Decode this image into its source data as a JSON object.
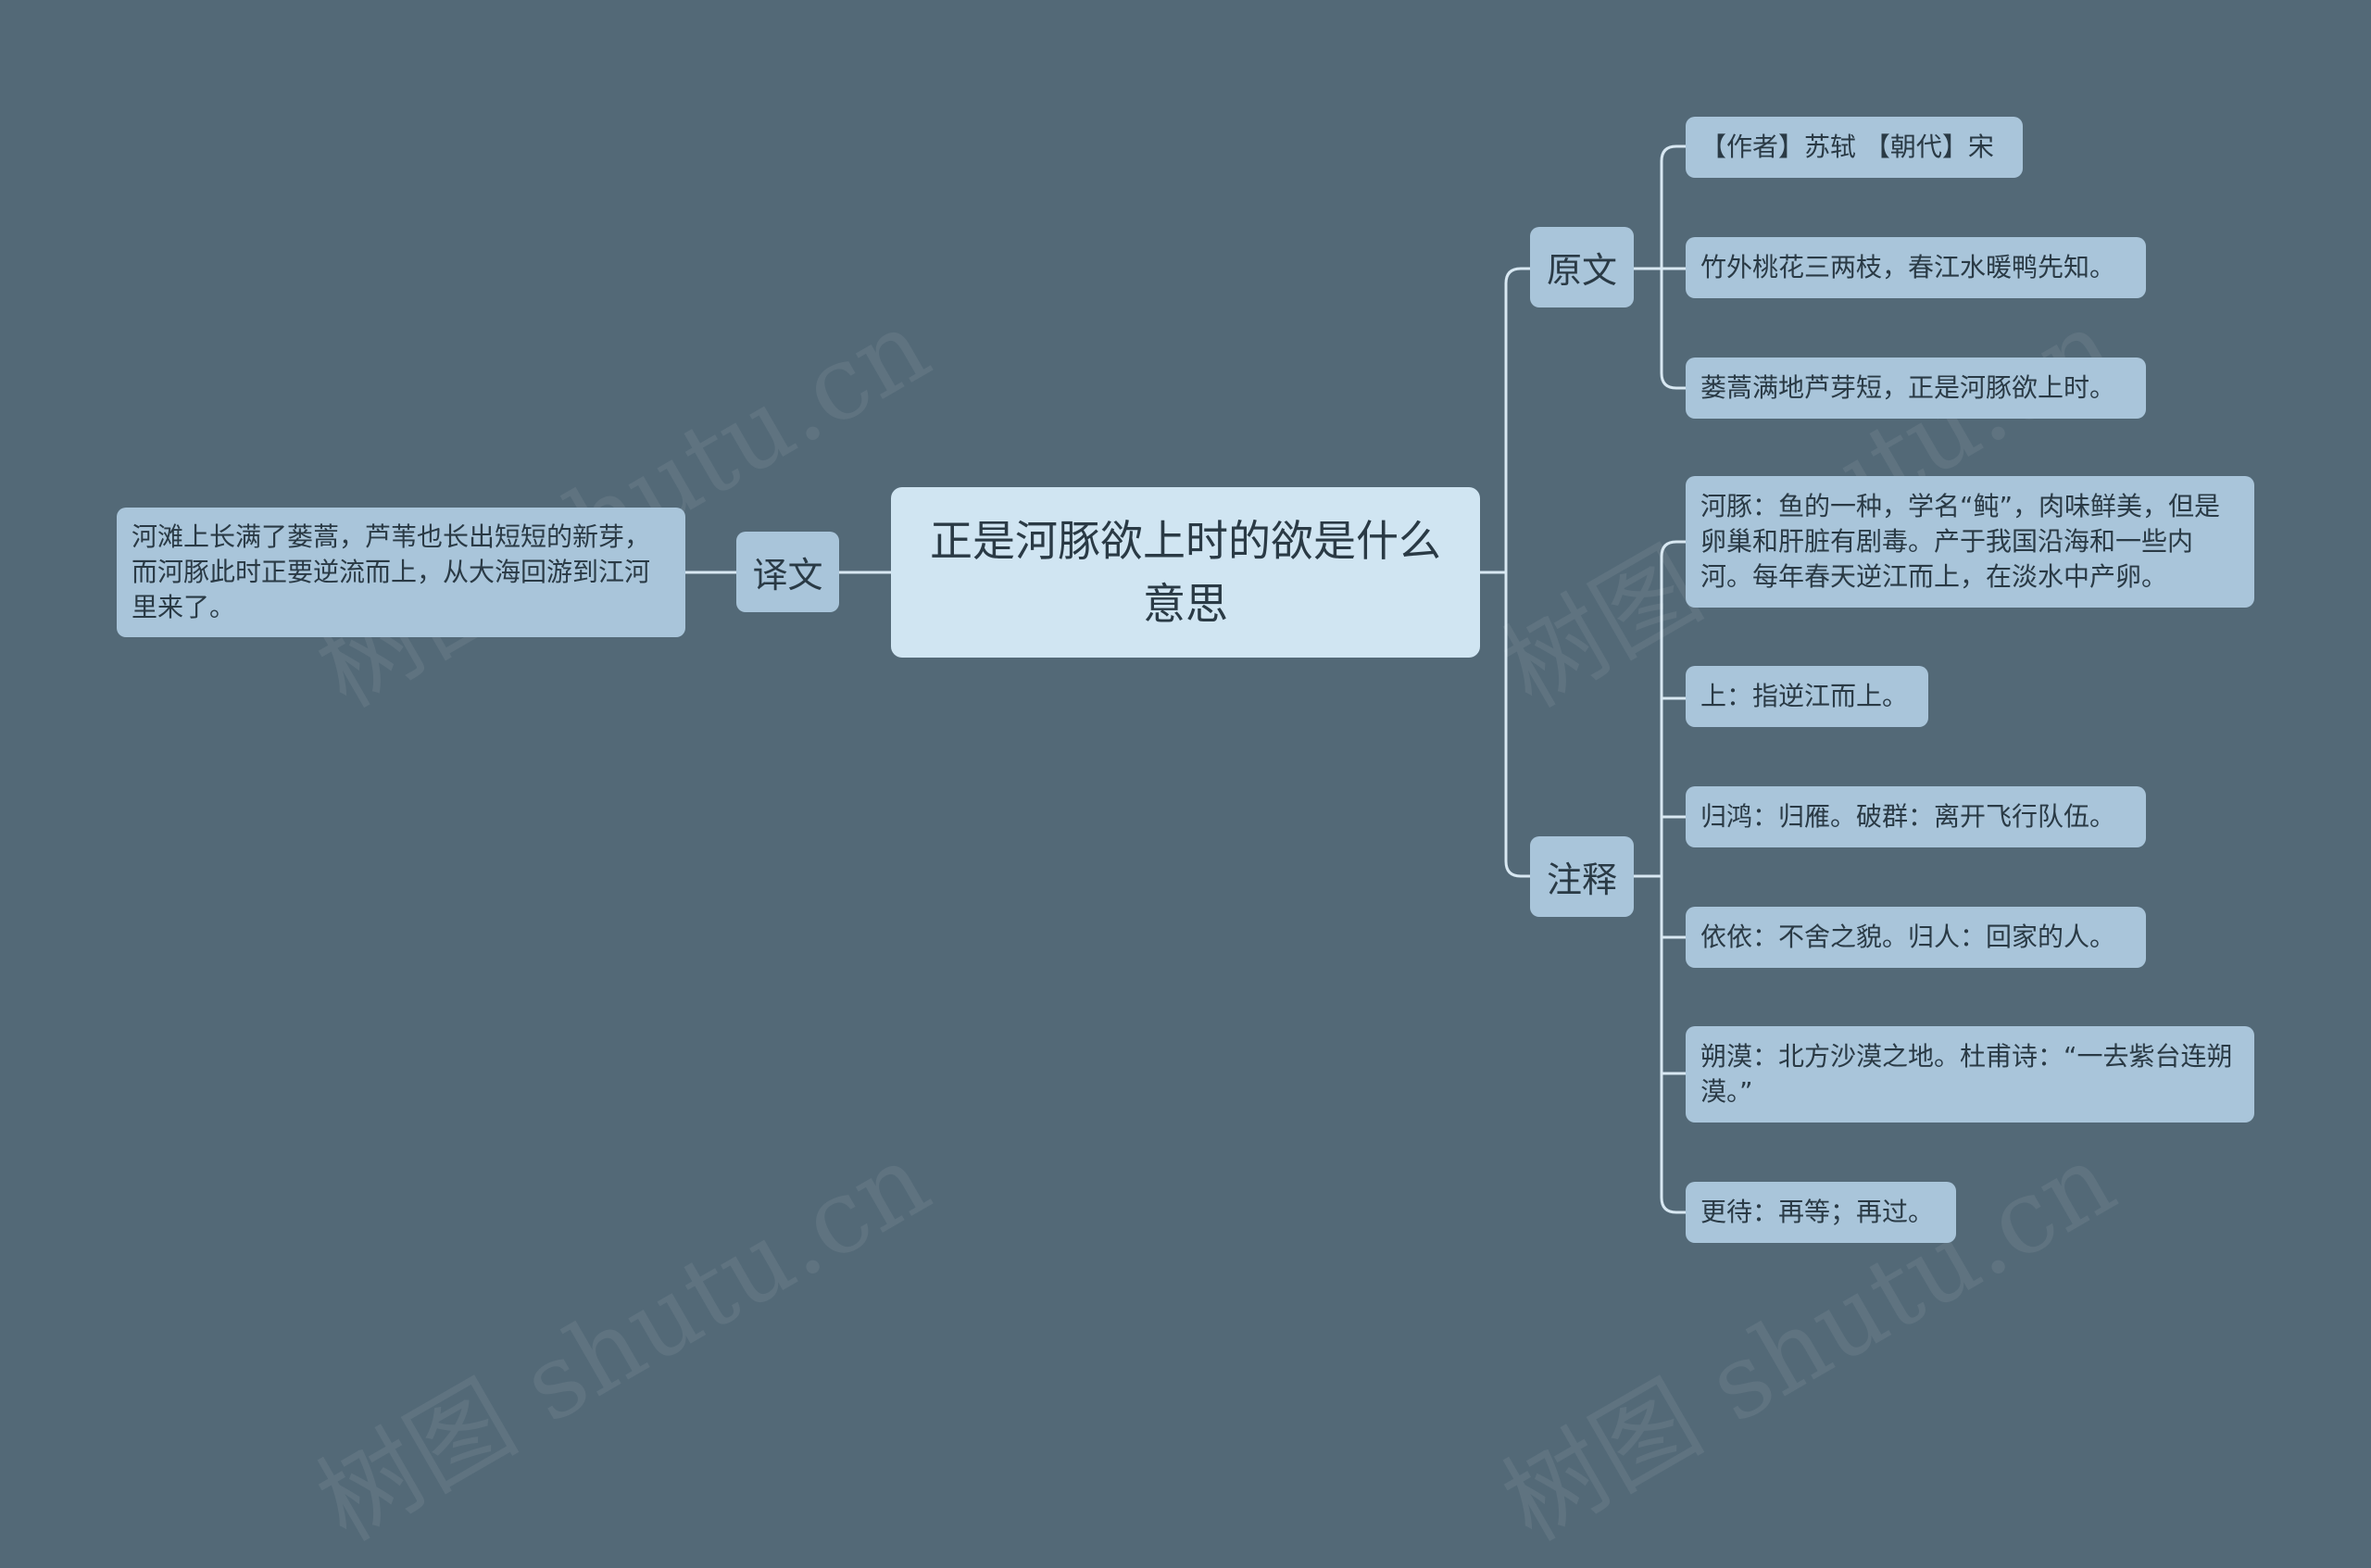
{
  "colors": {
    "background": "#536977",
    "root_fill": "#d0e5f2",
    "node_fill": "#a9c5da",
    "connector": "#d8e8f2",
    "text": "#2a3a45"
  },
  "root": {
    "title": "正是河豚欲上时的欲是什么意思"
  },
  "branches": {
    "yiwen": {
      "label": "译文",
      "children": [
        "河滩上长满了蒌蒿，芦苇也长出短短的新芽，而河豚此时正要逆流而上，从大海回游到江河里来了。"
      ]
    },
    "yuanwen": {
      "label": "原文",
      "children": [
        "【作者】苏轼 【朝代】宋",
        "竹外桃花三两枝，春江水暖鸭先知。",
        "蒌蒿满地芦芽短，正是河豚欲上时。"
      ]
    },
    "zhushi": {
      "label": "注释",
      "children": [
        "河豚：鱼的一种，学名“鲀”，肉味鲜美，但是卵巢和肝脏有剧毒。产于我国沿海和一些内河。每年春天逆江而上，在淡水中产卵。",
        "上：指逆江而上。",
        "归鸿：归雁。破群：离开飞行队伍。",
        "依依：不舍之貌。归人：回家的人。",
        "朔漠：北方沙漠之地。杜甫诗：“一去紫台连朔漠。”",
        "更待：再等；再过。"
      ]
    }
  },
  "watermark": "树图 shutu.cn"
}
